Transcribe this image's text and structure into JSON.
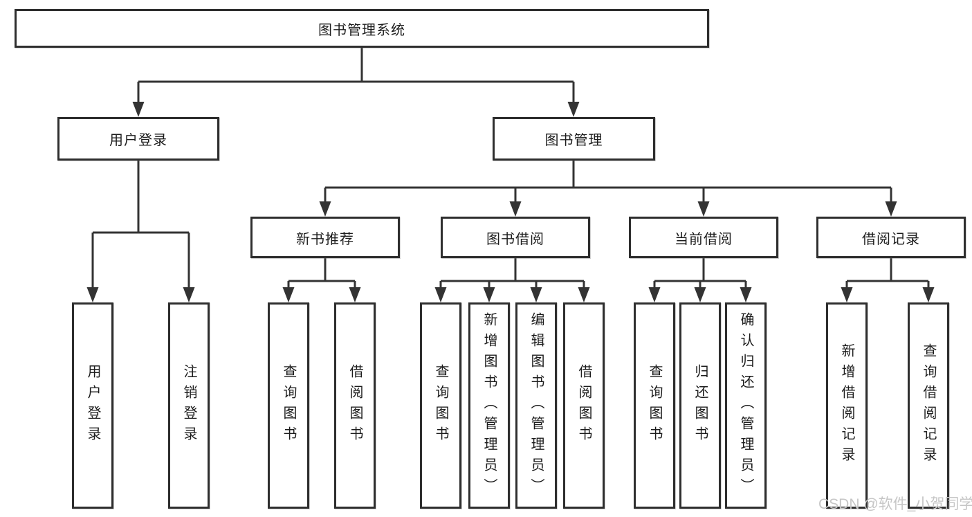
{
  "diagram_title": "图书管理系统",
  "tree": {
    "label": "图书管理系统",
    "children": [
      {
        "label": "用户登录",
        "children": [
          {
            "label": "用户登录"
          },
          {
            "label": "注销登录"
          }
        ]
      },
      {
        "label": "图书管理",
        "children": [
          {
            "label": "新书推荐",
            "children": [
              {
                "label": "查询图书"
              },
              {
                "label": "借阅图书"
              }
            ]
          },
          {
            "label": "图书借阅",
            "children": [
              {
                "label": "查询图书"
              },
              {
                "label": "新增图书（管理员）"
              },
              {
                "label": "编辑图书（管理员）"
              },
              {
                "label": "借阅图书"
              }
            ]
          },
          {
            "label": "当前借阅",
            "children": [
              {
                "label": "查询图书"
              },
              {
                "label": "归还图书"
              },
              {
                "label": "确认归还（管理员）"
              }
            ]
          },
          {
            "label": "借阅记录",
            "children": [
              {
                "label": "新增借阅记录"
              },
              {
                "label": "查询借阅记录"
              }
            ]
          }
        ]
      }
    ]
  },
  "watermark": {
    "text": "CSDN @软件_小贺同学"
  },
  "colors": {
    "background": "#ffffff",
    "box_border": "#2e2e2e",
    "box_fill": "#ffffff",
    "line": "#333333",
    "text": "#1c1c1c",
    "watermark": "#c6c6c6"
  }
}
